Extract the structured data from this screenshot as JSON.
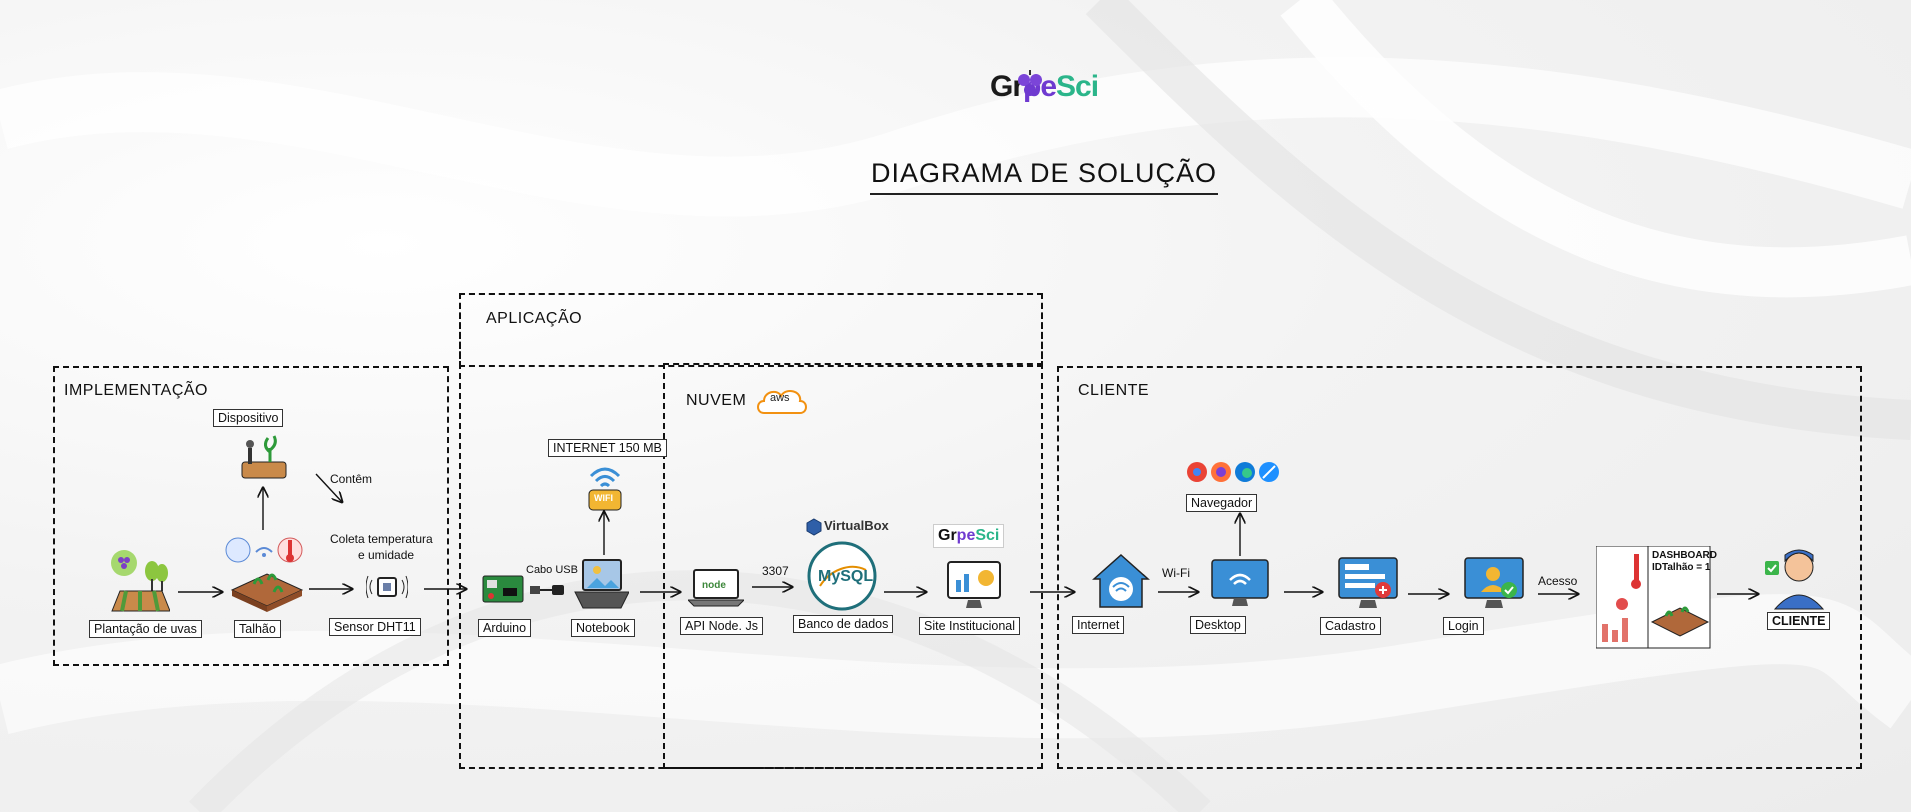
{
  "brand": {
    "logo_text_a": "Gr",
    "logo_text_b": "pe",
    "logo_text_c": "Sci"
  },
  "title": "DIAGRAMA DE SOLUÇÃO",
  "sections": {
    "implementacao": "IMPLEMENTAÇÃO",
    "aplicacao": "APLICAÇÃO",
    "nuvem": "NUVEM",
    "cliente": "CLIENTE"
  },
  "aws_badge": "aws",
  "labels": {
    "plantacao": "Plantação de uvas",
    "talhao": "Talhão",
    "dispositivo": "Dispositivo",
    "contem": "Contêm",
    "coleta": "Coleta  temperatura",
    "umidade": "e umidade",
    "sensor": "Sensor DHT11",
    "arduino": "Arduino",
    "cabo_usb": "Cabo USB",
    "notebook": "Notebook",
    "internet_150": "INTERNET 150 MB",
    "wifi_badge": "WIFI",
    "api": "API Node. Js",
    "port": "3307",
    "virtualbox": "VirtualBox",
    "mysql": "MySQL",
    "banco": "Banco de dados",
    "site": "Site Institucional",
    "internet": "Internet",
    "wifi": "Wi-Fi",
    "desktop": "Desktop",
    "navegador": "Navegador",
    "cadastro": "Cadastro",
    "login": "Login",
    "acesso": "Acesso",
    "dashboard": "DASHBOARD",
    "idtalhao": "IDTalhão = 1",
    "cliente": "CLIENTE",
    "node_logo": "node"
  },
  "colors": {
    "border": "#111111",
    "grape": "#6f3ad0",
    "mint": "#2bb58a",
    "aws": "#f29111"
  }
}
